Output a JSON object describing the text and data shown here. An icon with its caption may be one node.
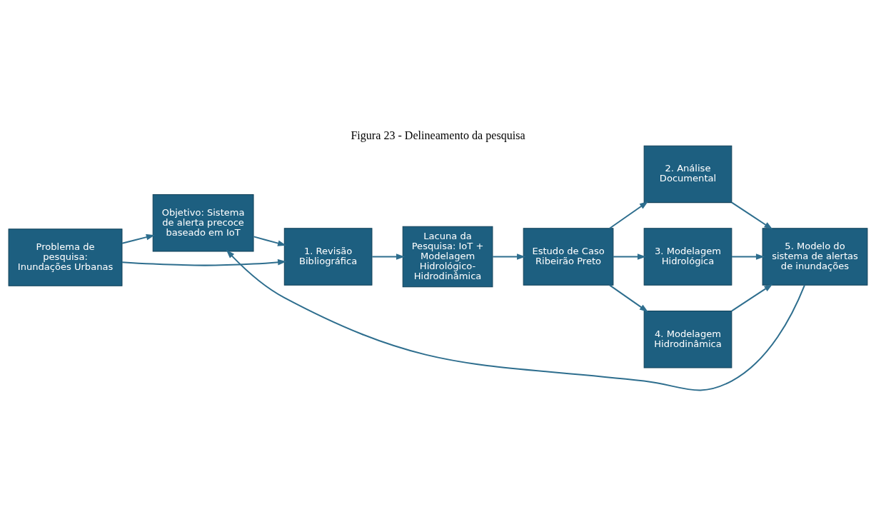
{
  "diagram": {
    "title": "Figura 23 - Delineamento da pesquisa",
    "nodes": [
      {
        "text": [
          "Problema de pesquisa: Inundações Urbanas"
        ]
      },
      {
        "text": [
          "Objetivo: Sistema de alerta precoce baseado em IoT"
        ]
      },
      {
        "text": [
          "1. Revisão Bibliográfica"
        ]
      },
      {
        "text": [
          "Lacuna da Pesquisa: IoT + Modelagem Hidrológico-Hidrodinâmica"
        ]
      },
      {
        "text": [
          "Estudo de Caso Ribeirão Preto"
        ]
      },
      {
        "text": [
          "2. Análise Documental"
        ]
      },
      {
        "text": [
          "3. Modelagem Hidrológica"
        ]
      },
      {
        "text": [
          "4. Modelagem Hidrodinâmica"
        ]
      },
      {
        "text": [
          "5. Modelo do sistema de alertas de inundações"
        ]
      }
    ],
    "edges": [
      {
        "from": 0,
        "to": 1,
        "arrow": "to"
      },
      {
        "from": 0,
        "to": 2,
        "arrow": "to"
      },
      {
        "from": 1,
        "to": 2,
        "arrow": "to"
      },
      {
        "from": 2,
        "to": 3,
        "arrow": "to"
      },
      {
        "from": 3,
        "to": 4,
        "arrow": "to"
      },
      {
        "from": 4,
        "to": 5,
        "arrow": "to"
      },
      {
        "from": 4,
        "to": 6,
        "arrow": "to"
      },
      {
        "from": 4,
        "to": 7,
        "arrow": "to"
      },
      {
        "from": 5,
        "to": 8,
        "arrow": "to"
      },
      {
        "from": 6,
        "to": 8,
        "arrow": "to"
      },
      {
        "from": 7,
        "to": 8,
        "arrow": "to"
      },
      {
        "from": 8,
        "to": 1,
        "arrow": "to"
      }
    ]
  }
}
